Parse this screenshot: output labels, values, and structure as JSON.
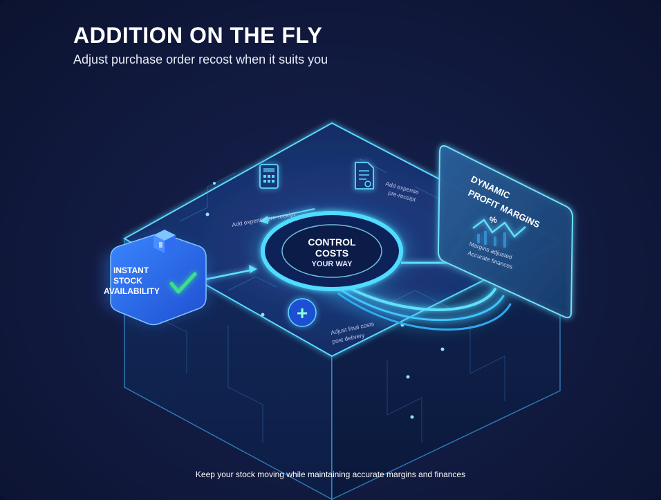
{
  "header": {
    "title": "ADDITION ON THE FLY",
    "subtitle": "Adjust purchase order recost when it suits you"
  },
  "footer": {
    "tagline": "Keep your stock moving while maintaining accurate margins and finances"
  },
  "diagram": {
    "center_label": {
      "line1": "CONTROL",
      "line2": "COSTS",
      "line3": "YOUR WAY"
    },
    "left_card": {
      "line1": "INSTANT",
      "line2": "STOCK",
      "line3": "AVAILABILITY"
    },
    "right_panel": {
      "line1": "DYNAMIC",
      "line2": "PROFIT MARGINS",
      "percent": "%",
      "caption1": "Margins adjusted",
      "caption2": "Accurate finances"
    },
    "notes": {
      "top_left": "Add expense pre-receipt",
      "top_right_1": "Add expense",
      "top_right_2": "pre-receipt",
      "bottom_1": "Adjust final costs",
      "bottom_2": "post delivery"
    },
    "plus_symbol": "+"
  },
  "colors": {
    "background": "#121b42",
    "glow": "#3fd0ff",
    "card": "#2f6cf2",
    "accent_green": "#3ee08a"
  }
}
